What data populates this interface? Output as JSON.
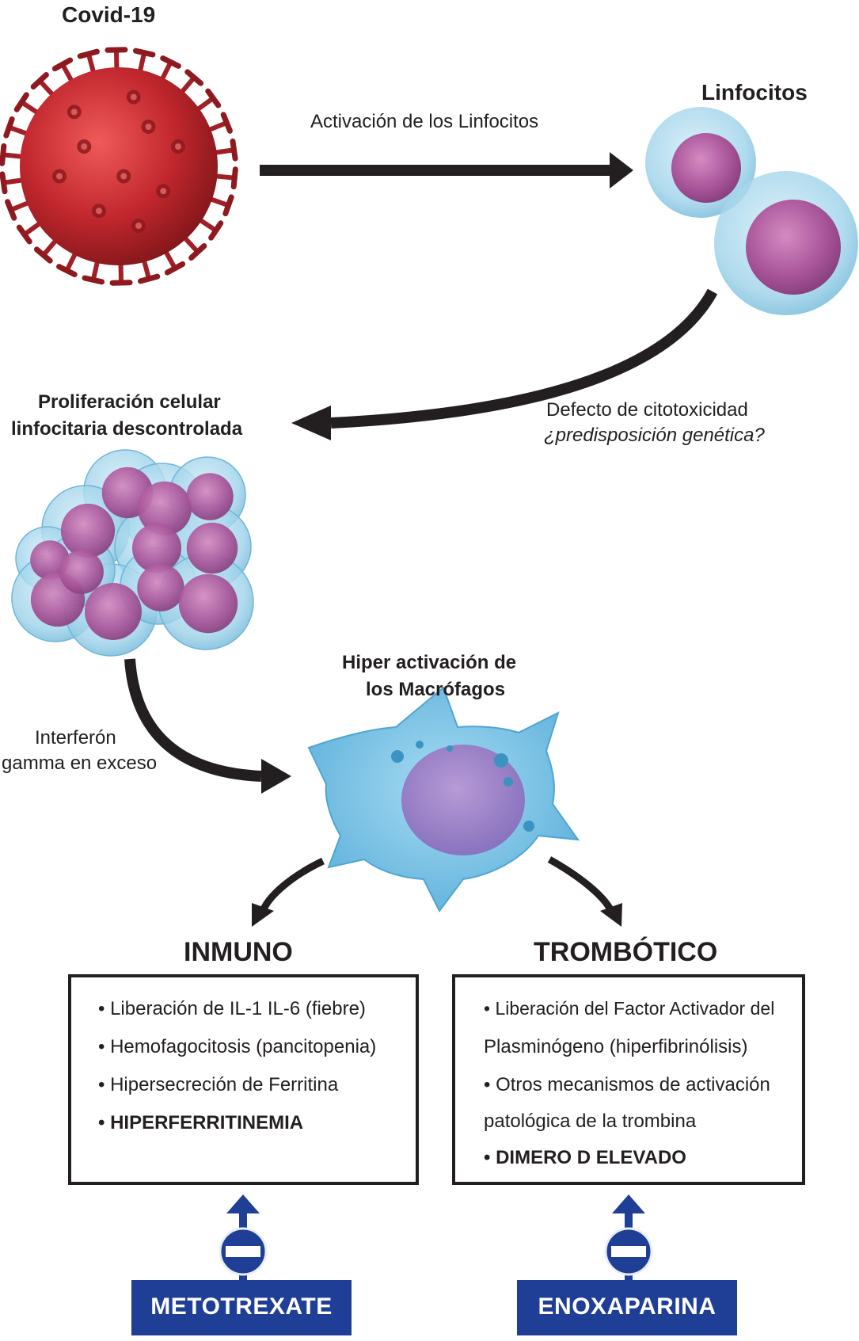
{
  "colors": {
    "ink": "#231f20",
    "virus_red": "#b3262c",
    "cell_blue": "#8ecbe6",
    "nucleus_pink": "#a0518f",
    "drug_blue": "#1f3f96"
  },
  "nodes": {
    "covid": "Covid-19",
    "lymphocytes": "Linfocitos",
    "proliferation_line1": "Proliferación celular",
    "proliferation_line2": "linfocitaria descontrolada",
    "macrophage_line1": "Hiper activación de",
    "macrophage_line2": "los Macrófagos"
  },
  "edges": {
    "activation": "Activación de los Linfocitos",
    "defect_line1": "Defecto de citotoxicidad",
    "defect_line2": "¿predisposición genética?",
    "interferon_line1": "Interferón",
    "interferon_line2": "gamma en exceso"
  },
  "branches": [
    {
      "title": "INMUNO",
      "items": [
        {
          "text": "• Liberación de IL-1 IL-6 (fiebre)",
          "bold": false
        },
        {
          "text": "• Hemofagocitosis (pancitopenia)",
          "bold": false
        },
        {
          "text": "• Hipersecreción de Ferritina",
          "bold": false
        },
        {
          "text": "• HIPERFERRITINEMIA",
          "bold": true
        }
      ],
      "drug": "METOTREXATE"
    },
    {
      "title": "TROMBÓTICO",
      "items": [
        {
          "text": "• Liberación del Factor Activador del",
          "bold": false
        },
        {
          "text": "Plasminógeno (hiperfibrinólisis)",
          "bold": false
        },
        {
          "text": "• Otros mecanismos de activación",
          "bold": false
        },
        {
          "text": "patológica de la trombina",
          "bold": false
        },
        {
          "text": "• DIMERO D ELEVADO",
          "bold": true
        }
      ],
      "drug": "ENOXAPARINA"
    }
  ],
  "icons": [
    "virus-icon",
    "lymphocyte-icon",
    "cell-cluster-icon",
    "macrophage-icon",
    "inhibit-icon"
  ]
}
